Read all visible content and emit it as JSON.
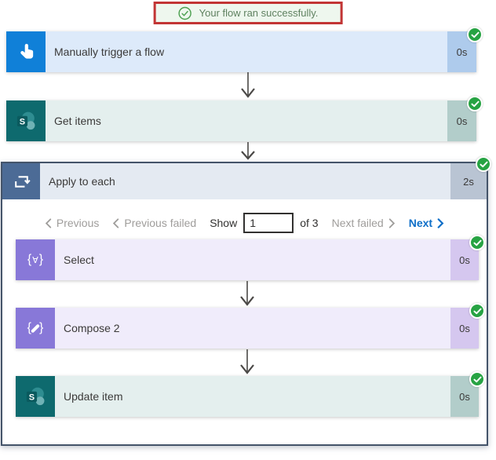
{
  "banner": {
    "icon": "check-circle-icon",
    "message": "Your flow ran successfully."
  },
  "colors": {
    "accent_blue": "#1080d8",
    "sharepoint_teal": "#0e6a6e",
    "data_operation_purple": "#8878d8",
    "loop_header_slate": "#4c6b96",
    "success_green": "#27a343",
    "annotation_red": "#c23535",
    "link_blue": "#0e6fc8"
  },
  "glyphs": {
    "brace_open": "{",
    "brace_close": "}",
    "select_forall": "∀"
  },
  "nodes": {
    "trigger": {
      "icon": "hand-tap-icon",
      "title": "Manually trigger a flow",
      "duration": "0s"
    },
    "get_items": {
      "icon": "sharepoint-icon",
      "title": "Get items",
      "duration": "0s"
    },
    "apply_to_each": {
      "icon": "loop-icon",
      "title": "Apply to each",
      "duration": "2s",
      "pagination": {
        "previous_label": "Previous",
        "previous_failed_label": "Previous failed",
        "show_label": "Show",
        "page_value": "1",
        "of_label": "of 3",
        "next_failed_label": "Next failed",
        "next_label": "Next"
      },
      "children": {
        "select": {
          "icon": "select-braces-icon",
          "title": "Select",
          "duration": "0s"
        },
        "compose": {
          "icon": "compose-braces-icon",
          "title": "Compose 2",
          "duration": "0s"
        },
        "update_item": {
          "icon": "sharepoint-icon",
          "title": "Update item",
          "duration": "0s"
        }
      }
    }
  }
}
